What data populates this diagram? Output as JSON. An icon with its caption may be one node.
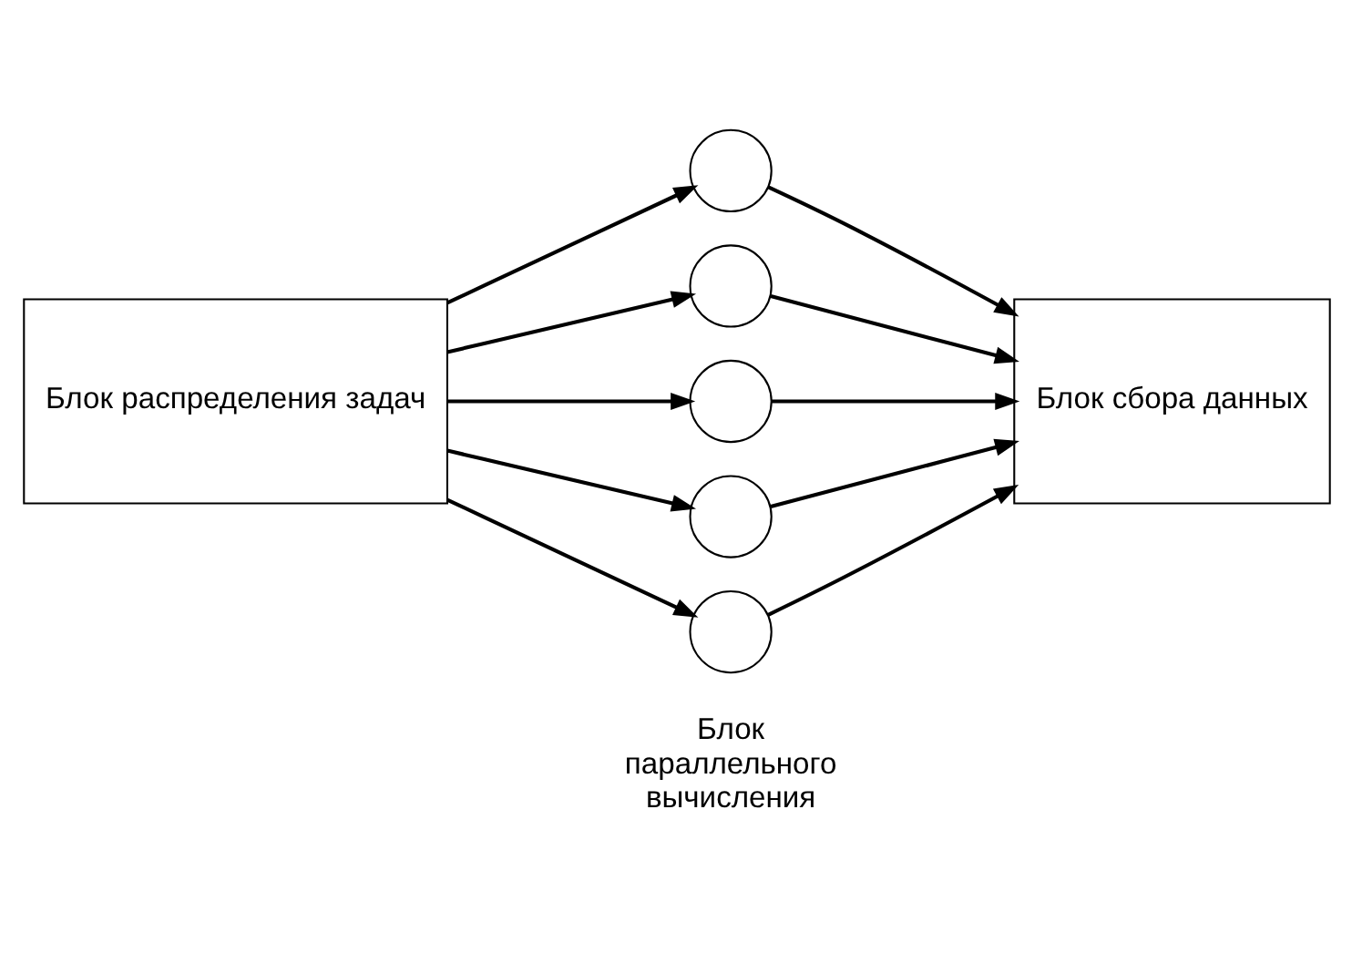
{
  "diagram": {
    "nodes": [
      {
        "text": [
          "Блок распределения задач"
        ]
      },
      {
        "text": [],
        "shape": "circle"
      },
      {
        "text": [],
        "shape": "circle"
      },
      {
        "text": [],
        "shape": "circle"
      },
      {
        "text": [],
        "shape": "circle"
      },
      {
        "text": [],
        "shape": "circle"
      },
      {
        "text": [
          "Блок сбора данных"
        ]
      }
    ],
    "edges": [
      {
        "from": 0,
        "to": 1,
        "arrow": "to"
      },
      {
        "from": 0,
        "to": 2,
        "arrow": "to"
      },
      {
        "from": 0,
        "to": 3,
        "arrow": "to"
      },
      {
        "from": 0,
        "to": 4,
        "arrow": "to"
      },
      {
        "from": 0,
        "to": 5,
        "arrow": "to"
      },
      {
        "from": 1,
        "to": 6,
        "arrow": "to"
      },
      {
        "from": 2,
        "to": 6,
        "arrow": "to"
      },
      {
        "from": 3,
        "to": 6,
        "arrow": "to"
      },
      {
        "from": 4,
        "to": 6,
        "arrow": "to"
      },
      {
        "from": 5,
        "to": 6,
        "arrow": "to"
      }
    ],
    "labels": [
      "Блок параллельного вычисления"
    ]
  }
}
